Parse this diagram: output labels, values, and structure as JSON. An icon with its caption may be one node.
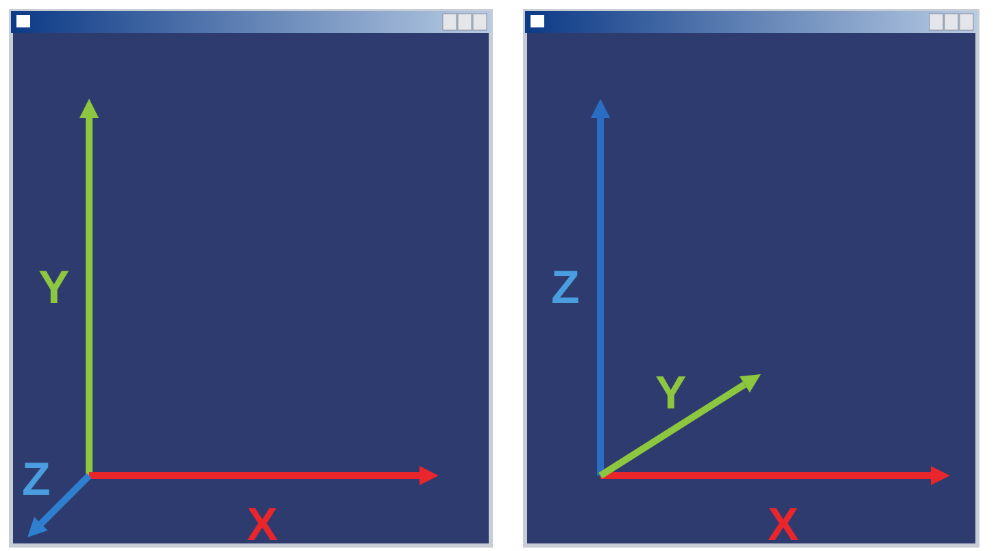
{
  "diagram": {
    "labels": [
      "Y",
      "Z",
      "X",
      "Z",
      "Y",
      "X"
    ]
  }
}
